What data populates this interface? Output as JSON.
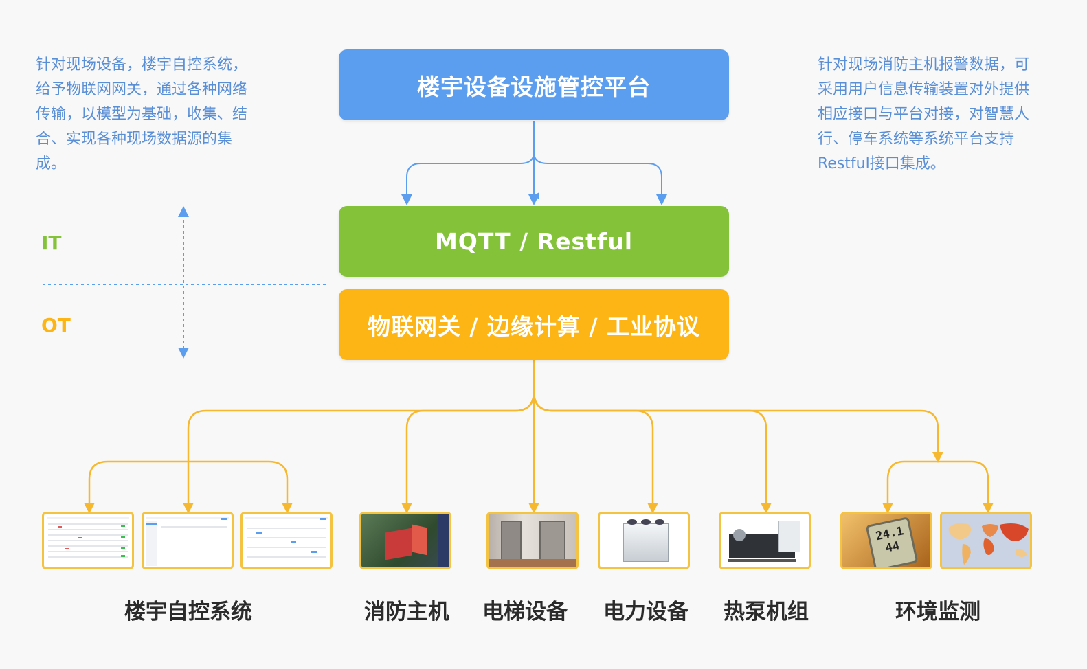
{
  "notes": {
    "left": "针对现场设备，楼宇自控系统，\n给予物联网网关，通过各种网络\n传输，以模型为基础，收集、结\n合、实现各种现场数据源的集\n成。",
    "right": "针对现场消防主机报警数据，可\n采用用户信息传输装置对外提供\n相应接口与平台对接，对智慧人\n行、停车系统等系统平台支持\nRestful接口集成。"
  },
  "layers": {
    "platform": "楼宇设备设施管控平台",
    "protocol": "MQTT / Restful",
    "gateway": "物联网关 / 边缘计算 / 工业协议"
  },
  "side_labels": {
    "it": "IT",
    "ot": "OT"
  },
  "categories": [
    "楼宇自控系统",
    "消防主机",
    "电梯设备",
    "电力设备",
    "热泵机组",
    "环境监测"
  ],
  "thumb_texts": {
    "thermo_top": "24.1",
    "thermo_bottom": "44"
  },
  "colors": {
    "platform": "#5b9ef0",
    "protocol": "#84c23a",
    "gateway": "#fdb515",
    "note_text": "#5a8fd6",
    "it_label": "#84c23a",
    "ot_label": "#fdb515",
    "blue_connector": "#5b9ef0",
    "orange_connector": "#f5b82e"
  }
}
